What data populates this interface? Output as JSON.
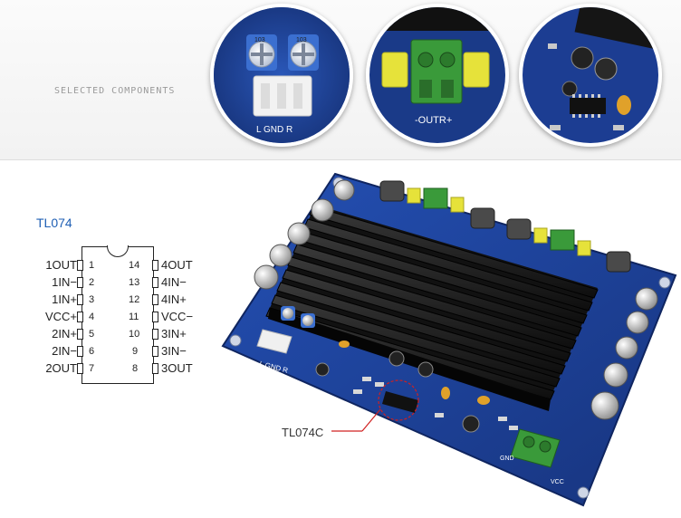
{
  "top": {
    "label": "SELECTED COMPONENTS",
    "detail1": {
      "pins_text": "L  GND  R",
      "pot_marks": [
        "103",
        "103"
      ]
    },
    "detail2": {
      "terminal_text": "-OUTR+"
    }
  },
  "chip": {
    "title": "TL074",
    "left_pins": [
      {
        "num": "1",
        "label": "1OUT"
      },
      {
        "num": "2",
        "label": "1IN−"
      },
      {
        "num": "3",
        "label": "1IN+"
      },
      {
        "num": "4",
        "label": "VCC+"
      },
      {
        "num": "5",
        "label": "2IN+"
      },
      {
        "num": "6",
        "label": "2IN−"
      },
      {
        "num": "7",
        "label": "2OUT"
      }
    ],
    "right_pins": [
      {
        "num": "14",
        "label": "4OUT"
      },
      {
        "num": "13",
        "label": "4IN−"
      },
      {
        "num": "12",
        "label": "4IN+"
      },
      {
        "num": "11",
        "label": "VCC−"
      },
      {
        "num": "10",
        "label": "3IN+"
      },
      {
        "num": "9",
        "label": "3IN−"
      },
      {
        "num": "8",
        "label": "3OUT"
      }
    ]
  },
  "board": {
    "callout": "TL074C",
    "input_label": "L GND R",
    "power_labels": [
      "GND",
      "VCC"
    ]
  },
  "colors": {
    "pcb": "#1b3f9e",
    "heatsink": "#1a1a1a",
    "terminal": "#3a9a3a",
    "capacitor_yellow": "#e6e23a",
    "chip_title": "#1f5fb4",
    "callout": "#d02020"
  }
}
